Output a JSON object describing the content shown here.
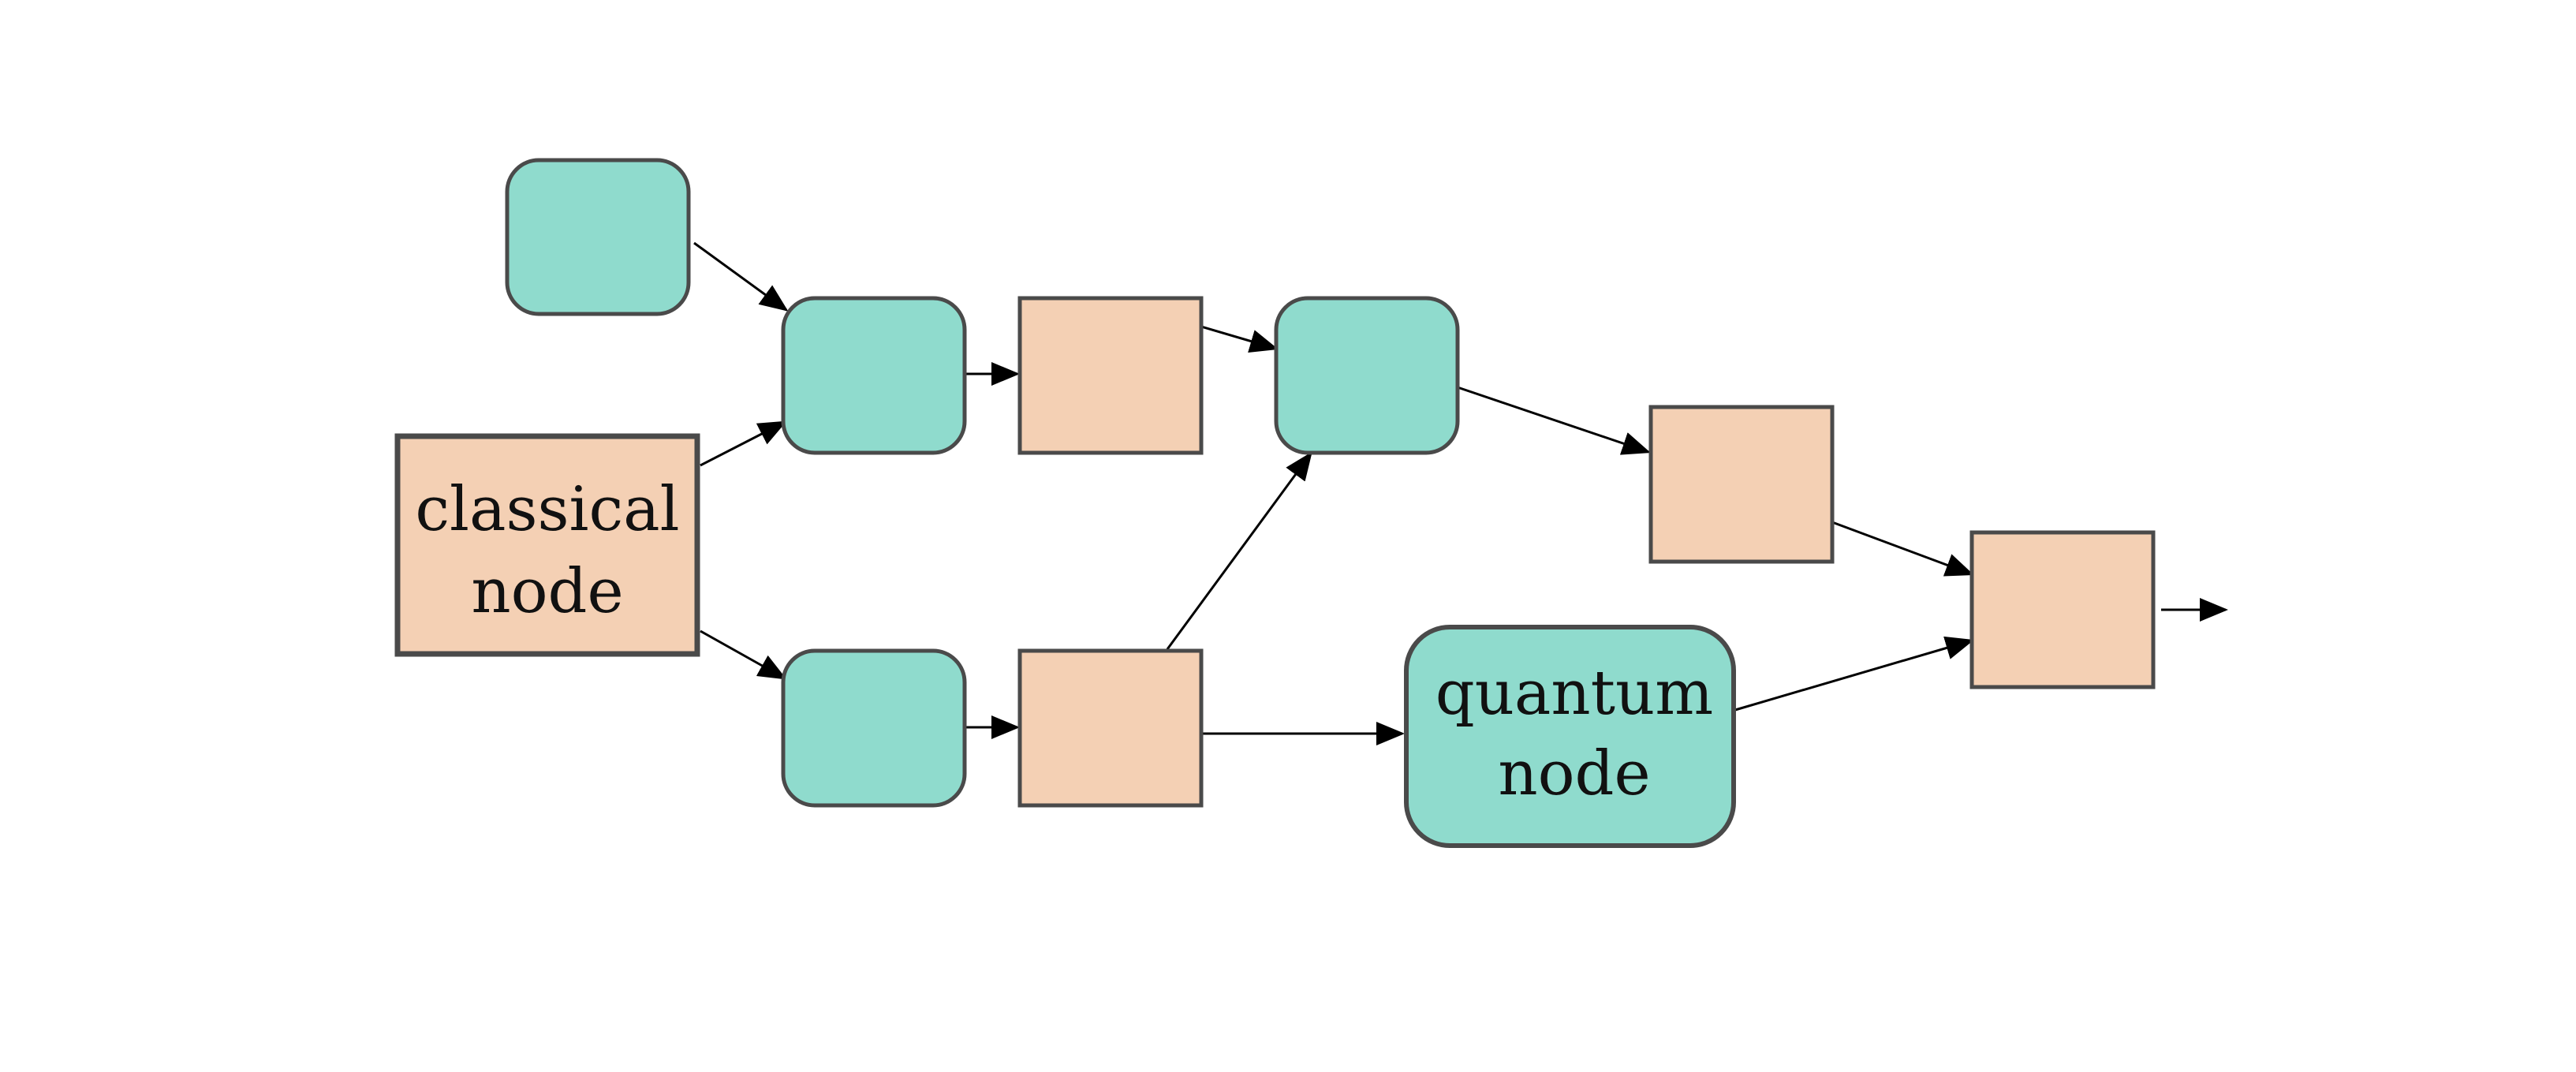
{
  "diagram": {
    "classical_node": {
      "label_line1": "classical",
      "label_line2": "node"
    },
    "quantum_node": {
      "label_line1": "quantum",
      "label_line2": "node"
    }
  },
  "colors": {
    "quantum_fill": "#8fdbcd",
    "classical_fill": "#f4d0b4",
    "stroke": "#4a4a4a",
    "edge": "#000000"
  }
}
